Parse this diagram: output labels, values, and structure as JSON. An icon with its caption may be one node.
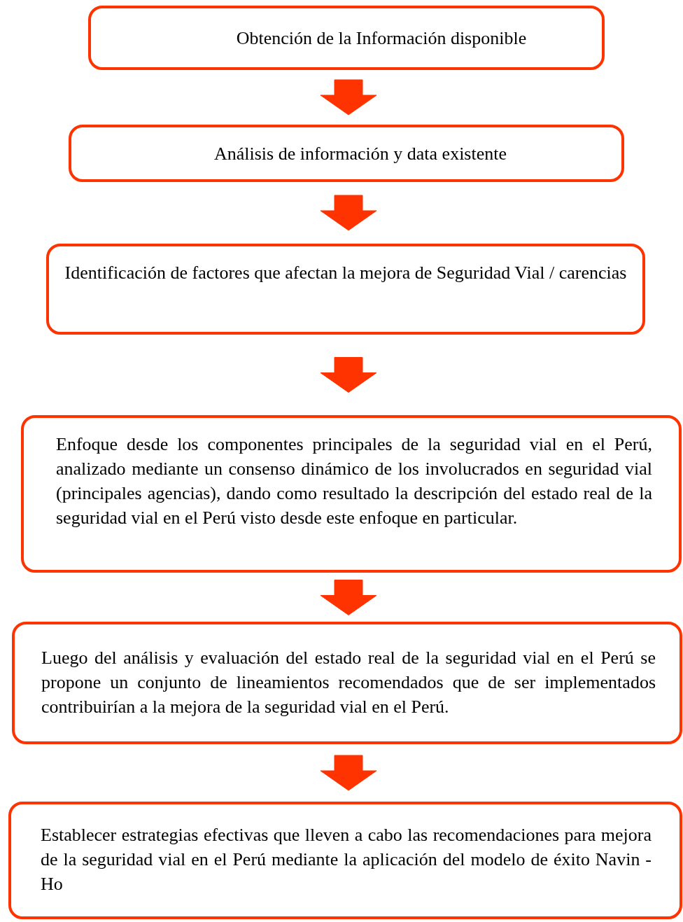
{
  "diagram": {
    "nodes": [
      {
        "text": [
          "Obtención de la Información disponible"
        ]
      },
      {
        "text": [
          "Análisis de información y data existente"
        ]
      },
      {
        "text": [
          "Identificación de factores que afectan la mejora de Seguridad Vial / carencias"
        ]
      },
      {
        "text": [
          "Enfoque desde los componentes principales de la seguridad vial en el Perú, analizado mediante un consenso dinámico de los involucrados en seguridad vial (principales agencias), dando como resultado la descripción del estado real de la seguridad vial en el Perú visto desde este enfoque en particular."
        ]
      },
      {
        "text": [
          "Luego del análisis y evaluación del estado real de la seguridad vial en el Perú se propone un conjunto de lineamientos recomendados que de ser implementados contribuirían a la mejora de la seguridad vial en el Perú."
        ]
      },
      {
        "text": [
          "Establecer estrategias efectivas que lleven a cabo las recomendaciones para mejora de la seguridad vial en el Perú mediante la aplicación del modelo de éxito Navin - Ho"
        ]
      }
    ],
    "edges": [
      {
        "from": 0,
        "to": 1,
        "arrow": "to"
      },
      {
        "from": 1,
        "to": 2,
        "arrow": "to"
      },
      {
        "from": 2,
        "to": 3,
        "arrow": "to"
      },
      {
        "from": 3,
        "to": 4,
        "arrow": "to"
      },
      {
        "from": 4,
        "to": 5,
        "arrow": "to"
      }
    ]
  }
}
